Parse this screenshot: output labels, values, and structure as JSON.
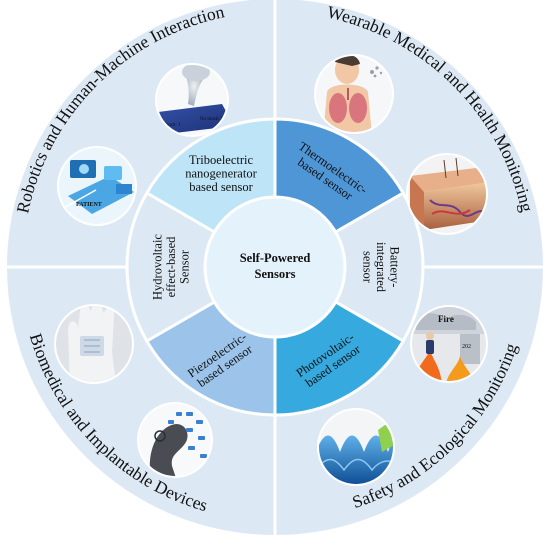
{
  "diagram": {
    "center_label": [
      "Self-Powered",
      "Sensors"
    ],
    "quadrants": [
      {
        "label": "Robotics and Human-Machine Interaction"
      },
      {
        "label": "Wearable Medical and Health Monitoring"
      },
      {
        "label": "Biomedical and Implantable Devices"
      },
      {
        "label": "Safety and Ecological Monitoring"
      }
    ],
    "segments": [
      {
        "lines": [
          "Triboelectric",
          "nanogenerator",
          "based sensor"
        ]
      },
      {
        "lines": [
          "Thermoelectric-",
          "based sensor"
        ]
      },
      {
        "lines": [
          "Battery-",
          "integrated",
          "sensor"
        ]
      },
      {
        "lines": [
          "Photovoltaic-",
          "based sensor"
        ]
      },
      {
        "lines": [
          "Piezoelectric-",
          "based sensor"
        ]
      },
      {
        "lines": [
          "Hydrovoltaic",
          "effect-based",
          "Sensor"
        ]
      }
    ],
    "image_texts": {
      "touch_1": "Touch: 1",
      "no_touch_0": "No touch: 0",
      "patient": "PATIENT",
      "fire": "Fire",
      "room_number": "202"
    },
    "colors": {
      "ring_background": "#dce9f5",
      "segment_light": "#bde4f7",
      "segment_mid": "#9cc3ea",
      "segment_blue": "#4f96d6",
      "segment_cyan": "#36a9de",
      "center": "#e4f2fb",
      "divider": "#ffffff"
    }
  }
}
